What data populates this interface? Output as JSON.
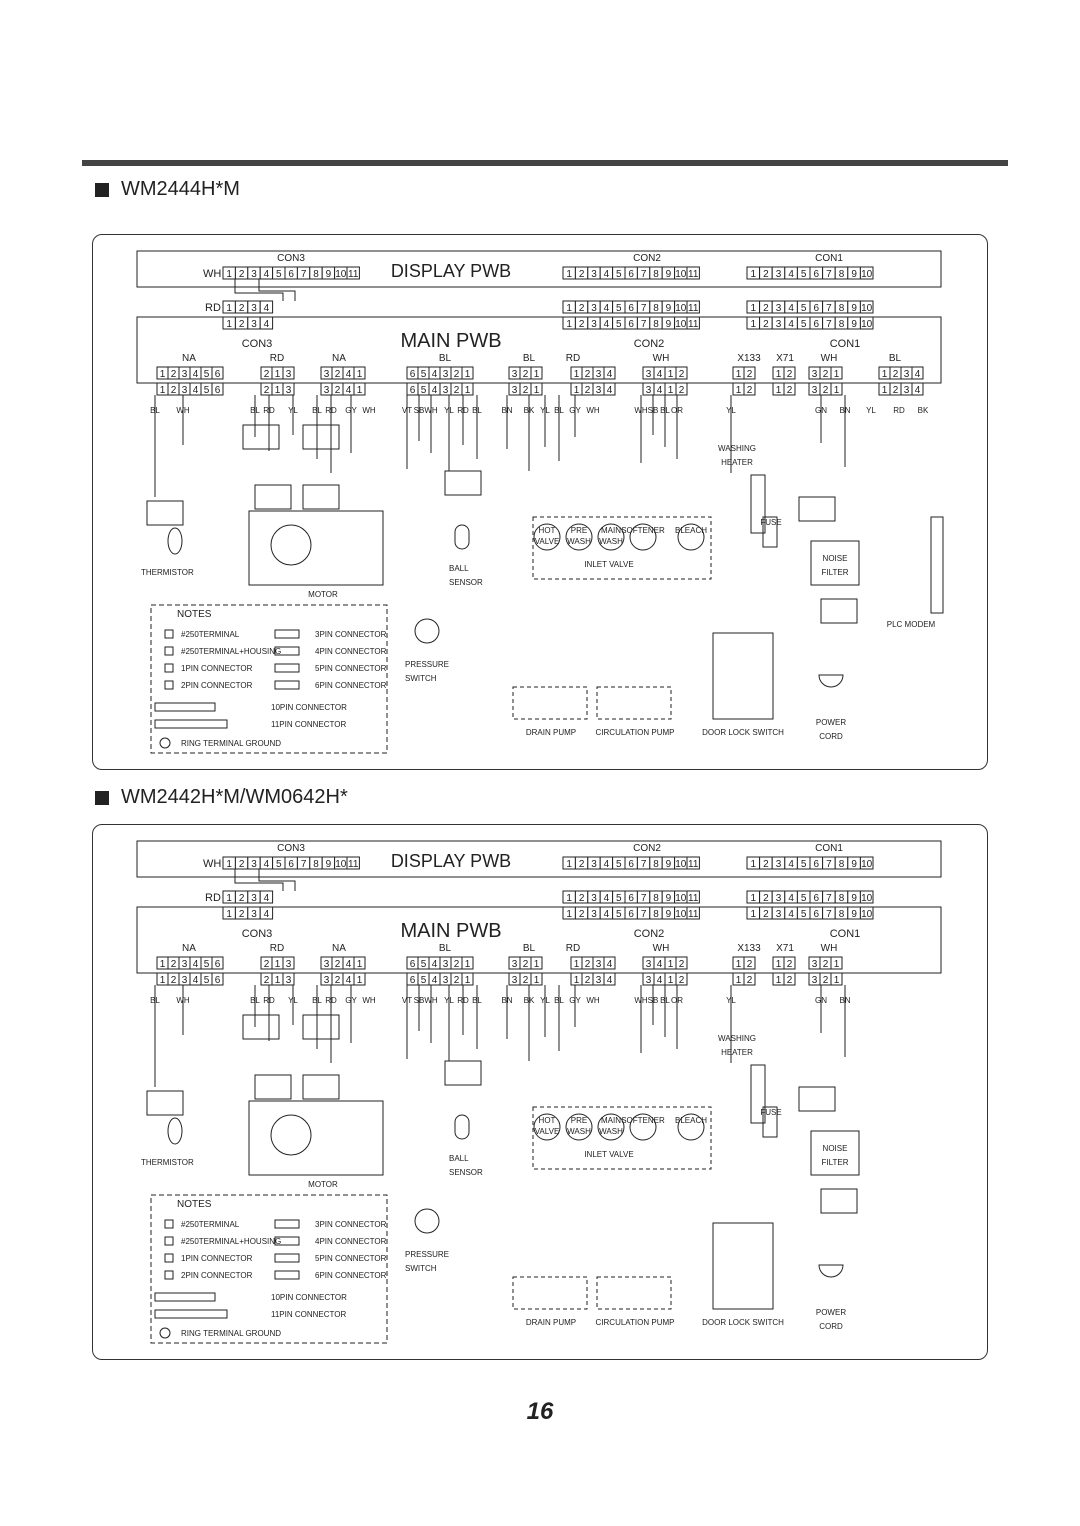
{
  "page_number": "16",
  "diagrams": [
    {
      "title": "WM2444H*M",
      "display_board": "DISPLAY PWB",
      "main_board": "MAIN PWB",
      "display_connectors": [
        "CON3",
        "CON2",
        "CON1"
      ],
      "main_connectors": [
        "CON3",
        "CON2",
        "CON1"
      ],
      "wire_labels_display": [
        "WH",
        "RD"
      ],
      "top_wire_colors": [
        "NA",
        "RD",
        "NA",
        "BL",
        "BL",
        "RD",
        "WH",
        "X133",
        "X71",
        "WH",
        "BL"
      ],
      "pin_groups": [
        "1 2 3 4 5 6",
        "2 1 3",
        "3 2 4 1",
        "6 5 4 3 2 1",
        "3 2 1",
        "1 2 3 4",
        "3 4 1 2",
        "1 2",
        "1 2",
        "3 2 1",
        "1 2 3 4"
      ],
      "wire_colors_under": [
        "BL",
        "WH",
        "BL",
        "RD",
        "YL",
        "BL",
        "RD",
        "GY",
        "WH",
        "VT",
        "SB",
        "WH",
        "YL",
        "RD",
        "BL",
        "BN",
        "BK",
        "YL",
        "BL",
        "GY",
        "WH",
        "WH",
        "SB",
        "BL",
        "OR",
        "YL",
        "GN",
        "BN",
        "YL",
        "RD",
        "BK"
      ],
      "components": [
        "THERMISTOR",
        "MOTOR",
        "BALL",
        "SENSOR",
        "PRESSURE",
        "SWITCH",
        "INLET VALVE",
        "WASHING",
        "HEATER",
        "NOISE",
        "FILTER",
        "PLC MODEM",
        "DRAIN PUMP",
        "CIRCULATION PUMP",
        "DOOR LOCK SWITCH",
        "POWER",
        "CORD",
        "FUSE"
      ],
      "valves": [
        "HOT VALVE",
        "PRE WASH",
        "MAIN WASH",
        "SOFTENER",
        "BLEACH"
      ],
      "notes_title": "NOTES",
      "notes": [
        "#250TERMINAL",
        "3PIN CONNECTOR",
        "#250TERMINAL+HOUSING",
        "4PIN CONNECTOR",
        "1PIN CONNECTOR",
        "5PIN CONNECTOR",
        "2PIN CONNECTOR",
        "6PIN CONNECTOR",
        "10PIN CONNECTOR",
        "11PIN CONNECTOR",
        "RING TERMINAL GROUND"
      ]
    },
    {
      "title": "WM2442H*M/WM0642H*",
      "display_board": "DISPLAY PWB",
      "main_board": "MAIN PWB",
      "display_connectors": [
        "CON3",
        "CON2",
        "CON1"
      ],
      "main_connectors": [
        "CON3",
        "CON2",
        "CON1"
      ],
      "wire_labels_display": [
        "WH",
        "RD"
      ],
      "top_wire_colors": [
        "NA",
        "RD",
        "NA",
        "BL",
        "BL",
        "RD",
        "WH",
        "X133",
        "X71",
        "WH"
      ],
      "pin_groups": [
        "1 2 3 4 5 6",
        "2 1 3",
        "3 2 4 1",
        "6 5 4 3 2 1",
        "3 2 1",
        "1 2 3 4",
        "3 4 1 2",
        "1 2",
        "1 2",
        "3 2 1"
      ],
      "wire_colors_under": [
        "BL",
        "WH",
        "BL",
        "RD",
        "YL",
        "BL",
        "RD",
        "GY",
        "WH",
        "VT",
        "SB",
        "WH",
        "YL",
        "RD",
        "BL",
        "BN",
        "BK",
        "YL",
        "BL",
        "GY",
        "WH",
        "WH",
        "SB",
        "BL",
        "OR",
        "YL",
        "GN",
        "BN"
      ],
      "components": [
        "THERMISTOR",
        "MOTOR",
        "BALL",
        "SENSOR",
        "PRESSURE",
        "SWITCH",
        "INLET VALVE",
        "WASHING",
        "HEATER",
        "NOISE",
        "FILTER",
        "DRAIN PUMP",
        "CIRCULATION PUMP",
        "DOOR LOCK SWITCH",
        "POWER",
        "CORD",
        "FUSE"
      ],
      "valves": [
        "HOT VALVE",
        "PRE WASH",
        "MAIN WASH",
        "SOFTENER",
        "BLEACH"
      ],
      "notes_title": "NOTES",
      "notes": [
        "#250TERMINAL",
        "3PIN CONNECTOR",
        "#250TERMINAL+HOUSING",
        "4PIN CONNECTOR",
        "1PIN CONNECTOR",
        "5PIN CONNECTOR",
        "2PIN CONNECTOR",
        "6PIN CONNECTOR",
        "10PIN CONNECTOR",
        "11PIN CONNECTOR",
        "RING TERMINAL GROUND"
      ]
    }
  ]
}
